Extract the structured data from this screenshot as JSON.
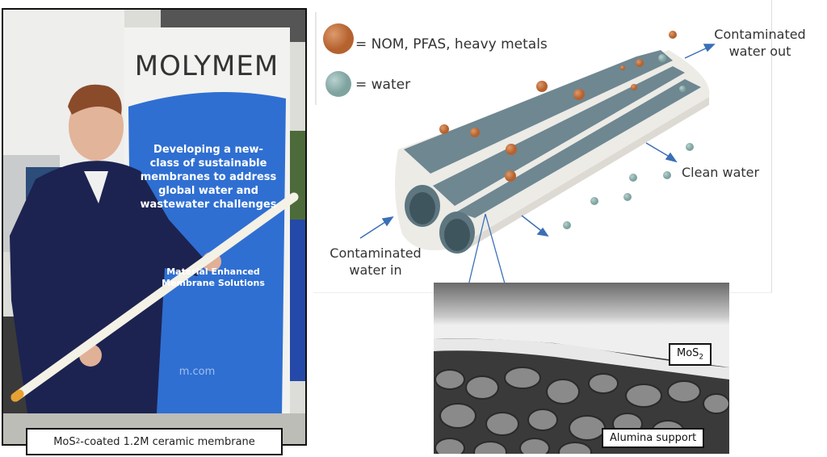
{
  "photo": {
    "banner_logo": "MOLYMEM",
    "banner_line1": "Developing a new-class of sustainable membranes to address global water and wastewater challenges",
    "banner_line2": "Material Enhanced Membrane Solutions",
    "banner_url": "m.com",
    "caption_prefix": "MoS",
    "caption_sub": "2",
    "caption_suffix": "-coated 1.2M ceramic membrane"
  },
  "diagram": {
    "legend": [
      {
        "label": "= NOM, PFAS, heavy metals",
        "color": "#c0703f"
      },
      {
        "label": "= water",
        "color": "#8fb2ae"
      }
    ],
    "labels": {
      "contaminated_out": "Contaminated water out",
      "clean_water": "Clean water",
      "contaminated_in": "Contaminated water in"
    }
  },
  "sem": {
    "mos2_prefix": "MoS",
    "mos2_sub": "2",
    "alumina": "Alumina support"
  },
  "colors": {
    "arrow": "#3b6fb6",
    "channel": "#6e8791",
    "membrane": "#ecebe6"
  }
}
